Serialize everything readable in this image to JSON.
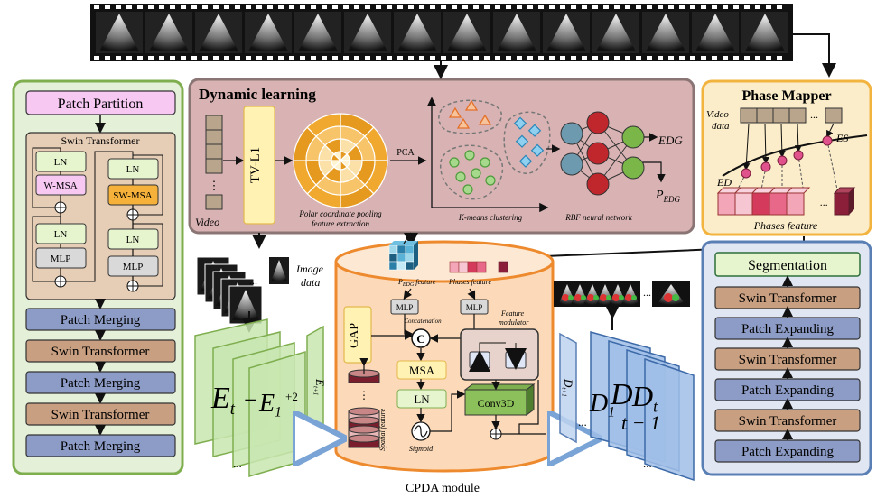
{
  "caption": "CPDA module",
  "encoder": {
    "patch_partition": "Patch Partition",
    "swin_block_title": "Swin Transformer",
    "ln": "LN",
    "wmsa": "W-MSA",
    "swmsa": "SW-MSA",
    "mlp": "MLP",
    "stages": [
      "Patch Merging",
      "Swin Transformer",
      "Patch Merging",
      "Swin Transformer",
      "Patch Merging"
    ]
  },
  "dynamic": {
    "title": "Dynamic learning",
    "tvl1": "TV-L1",
    "video": "Video",
    "ellipsis": "⋮",
    "polar_caption_1": "Polar coordinate pooling",
    "polar_caption_2": "feature extraction",
    "pca": "PCA",
    "kmeans": "K-means clustering",
    "rbf": "RBF neural network",
    "edg": "EDG",
    "pedg": "P",
    "pedg_sub": "EDG"
  },
  "phase": {
    "title": "Phase Mapper",
    "video_data_1": "Video",
    "video_data_2": "data",
    "es": "ES",
    "ed": "ED",
    "phases_feature": "Phases feature",
    "dots": "..."
  },
  "center": {
    "image_data_1": "Image",
    "image_data_2": "data",
    "pedg_feature": "P",
    "pedg_feature_sub": "EDG",
    "pedg_feature_tail": " feature",
    "phases_feature": "Phases feature",
    "mlp": "MLP",
    "concatenation": "Concatenation",
    "feature_modulator_1": "Feature",
    "feature_modulator_2": "modulator",
    "gap": "GAP",
    "msa": "MSA",
    "ln": "LN",
    "sigmoid": "Sigmoid",
    "conv3d": "Conv3D",
    "spatial_feature": "Spatial feature",
    "c": "C"
  },
  "labels": {
    "e_t": "E",
    "e_t_sub": "t",
    "e_1": "E",
    "e_1_sub": "1",
    "e_t_minus": "−",
    "e_t_plus_1": "E",
    "e_t_plus_1_sub": "t+1",
    "plus2": "+2",
    "d_t": "D",
    "d_t_sub": "t",
    "d_1": "D",
    "d_1_sub": "1",
    "d_t_minus": "t − 1",
    "d_t_plus_1": "D",
    "d_t_plus_1_sub": "t+1",
    "ellipsis_h": "...",
    "dots_v": "⋮"
  },
  "decoder": {
    "segmentation": "Segmentation",
    "stages": [
      "Swin Transformer",
      "Patch Expanding",
      "Swin Transformer",
      "Patch Expanding",
      "Swin Transformer",
      "Patch Expanding"
    ]
  },
  "colors": {
    "green_bg": "#e4f0d8",
    "green_border": "#7fae4f",
    "pink_box": "#f6c8f2",
    "swin_brown": "#c89f80",
    "merge_blue": "#8d9cc6",
    "dyn_bg": "#d9b3b3",
    "dyn_border": "#8a7474",
    "phase_bg": "#fbedc9",
    "phase_border": "#f2b43e",
    "cpda_bg": "#fcd9b8",
    "cpda_border": "#ee8a2e",
    "dec_bg": "#e0e6f2",
    "dec_border": "#5a7fb5"
  }
}
